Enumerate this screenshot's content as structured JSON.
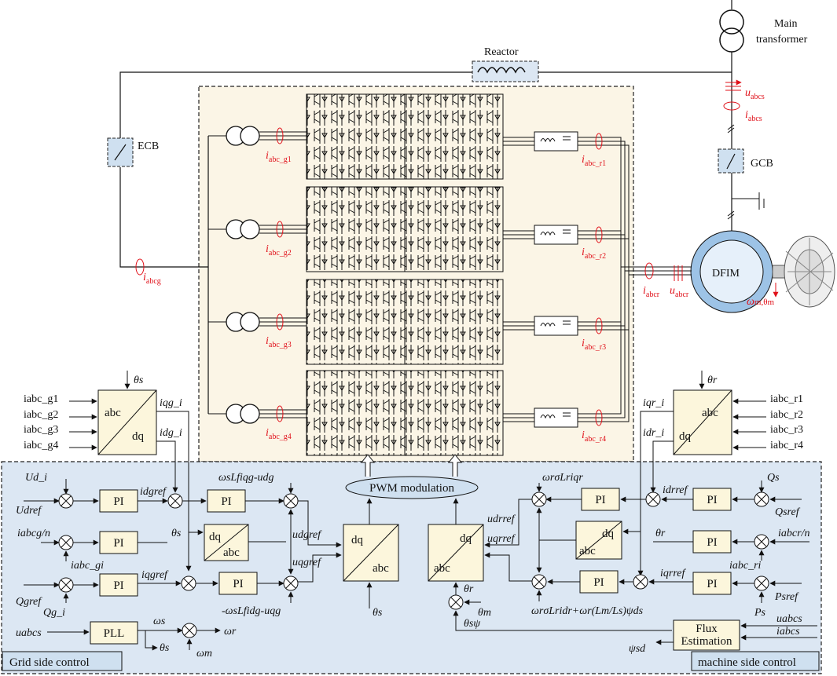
{
  "labels": {
    "main_transformer_1": "Main",
    "main_transformer_2": "transformer",
    "reactor": "Reactor",
    "ecb": "ECB",
    "gcb": "GCB",
    "dfim": "DFIM",
    "u_abcs": "u",
    "u_abcs_sub": "abcs",
    "i_abcs": "i",
    "i_abcs_sub": "abcs",
    "i_abcg": "i",
    "i_abcg_sub": "abcg",
    "i_abcr": "i",
    "i_abcr_sub": "abcr",
    "u_abcr": "u",
    "u_abcr_sub": "abcr",
    "omega_theta_m": "ω",
    "omega_theta_m_tail": "m,θm",
    "pwm": "PWM modulation",
    "grid_side": "Grid side control",
    "machine_side": "machine side control",
    "pll": "PLL",
    "flux1": "Flux",
    "flux2": "Estimation",
    "pi": "PI",
    "abc": "abc",
    "dq": "dq"
  },
  "converter_groups": [
    {
      "grid_current": "i",
      "grid_sub": "abc_g1",
      "rotor_current": "i",
      "rotor_sub": "abc_r1"
    },
    {
      "grid_current": "i",
      "grid_sub": "abc_g2",
      "rotor_current": "i",
      "rotor_sub": "abc_r2"
    },
    {
      "grid_current": "i",
      "grid_sub": "abc_g3",
      "rotor_current": "i",
      "rotor_sub": "abc_r3"
    },
    {
      "grid_current": "i",
      "grid_sub": "abc_g4",
      "rotor_current": "i",
      "rotor_sub": "abc_r4"
    }
  ],
  "grid_ctrl": {
    "theta_s": "θs",
    "inputs": [
      "iabc_g1",
      "iabc_g2",
      "iabc_g3",
      "iabc_g4"
    ],
    "iqg": "iqg_i",
    "idg": "idg_i",
    "Ud_i": "Ud_i",
    "Udref": "Udref",
    "idgref": "idgref",
    "ff_top": "ωsLfiqg-udg",
    "udgref": "udgref",
    "uqgref": "uqgref",
    "iabcg_n": "iabcg/n",
    "iabc_gi": "iabc_gi",
    "theta_s2": "θs",
    "Qgref": "Qgref",
    "Qg_i": "Qg_i",
    "iqgref": "iqgref",
    "ff_bot": "-ωsLfidg-uqg",
    "uabcs": "uabcs",
    "omega_s": "ωs",
    "theta_s3": "θs",
    "omega_r": "ωr",
    "omega_m": "ωm",
    "theta_s_dq": "θs"
  },
  "machine_ctrl": {
    "theta_r": "θr",
    "inputs": [
      "iabc_r1",
      "iabc_r2",
      "iabc_r3",
      "iabc_r4"
    ],
    "iqr": "iqr_i",
    "idr": "idr_i",
    "Qs": "Qs",
    "Qsref": "Qsref",
    "idrref": "idrref",
    "ff_top": "ωrσLriqr",
    "udrref": "udrref",
    "uqrref": "uqrref",
    "iabcr_n": "iabcr/n",
    "iabc_ri": "iabc_ri",
    "theta_r2": "θr",
    "iqrref": "iqrref",
    "Ps": "Ps",
    "Psref": "Psref",
    "ff_bot": "ωrσLridr+ωr(Lm/Ls)ψds",
    "theta_r3": "θr",
    "theta_m": "θm",
    "theta_spsi": "θsψ",
    "uabcs": "uabcs",
    "iabcs": "iabcs",
    "psi_sd": "ψsd"
  },
  "colors": {
    "converter_bg": "#fbf5e6",
    "control_bg": "#dce7f3",
    "block_fill": "#fcf6dc",
    "switch_fill": "#cfe0f0",
    "dfim_ring": "#9dc3e6",
    "dfim_fill": "#cfe3f5",
    "pwm_fill": "#cfe0f0",
    "accent_red": "#e0111a"
  }
}
